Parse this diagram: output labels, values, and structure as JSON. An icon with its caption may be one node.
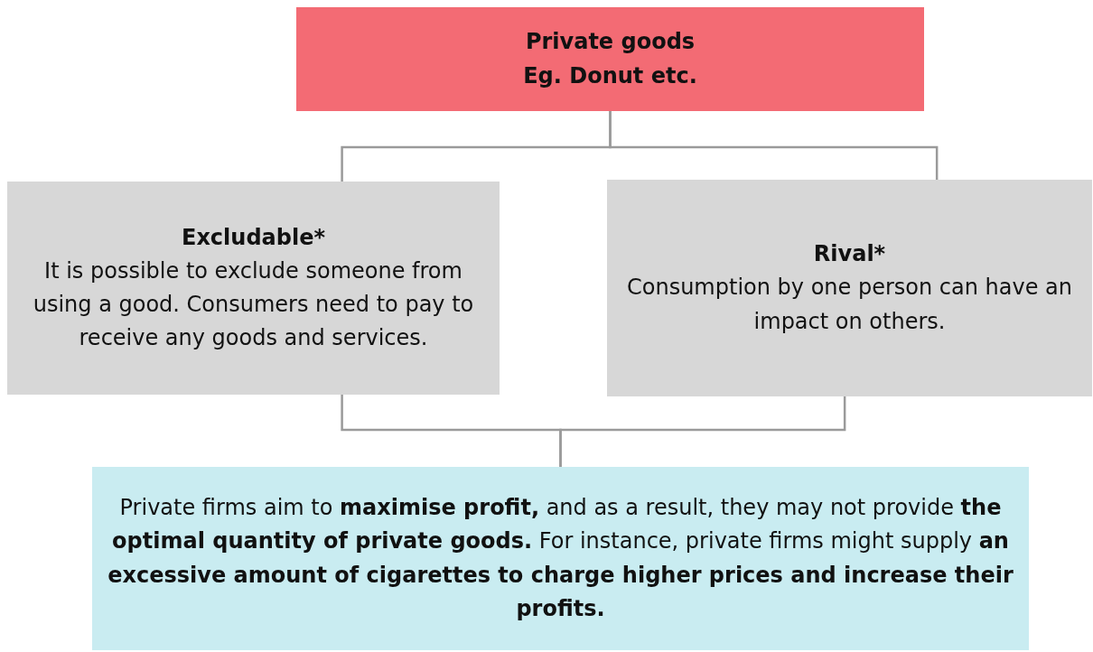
{
  "diagram": {
    "nodes": [
      {
        "text": [
          "Private goods",
          "Eg. Donut etc."
        ]
      },
      {
        "text": [
          "Excludable*",
          "It is possible to exclude someone from using a good.  Consumers need to pay to receive any goods and services."
        ]
      },
      {
        "text": [
          "Rival*",
          "Consumption by one person can have an impact on others."
        ]
      },
      {
        "text": [
          "Private firms aim to **maximise profit,** and as a result, they may not provide **the optimal quantity of private goods.** For instance, private firms might supply **an excessive amount of cigarettes to charge higher prices and increase their profits.**"
        ]
      }
    ],
    "edges": [
      {
        "from": 0,
        "to": 1,
        "arrow": "none"
      },
      {
        "from": 0,
        "to": 2,
        "arrow": "none"
      },
      {
        "from": 1,
        "to": 3,
        "arrow": "none"
      },
      {
        "from": 2,
        "to": 3,
        "arrow": "none"
      }
    ]
  }
}
